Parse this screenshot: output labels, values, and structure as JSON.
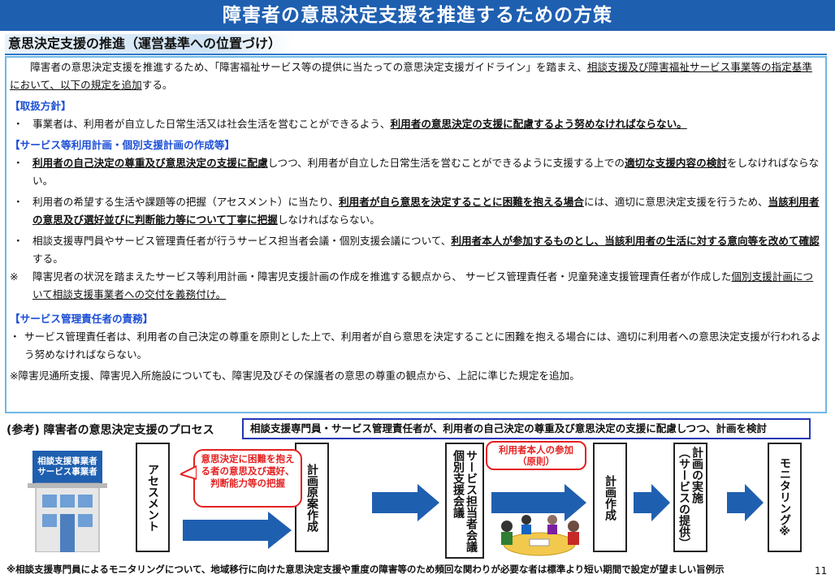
{
  "title": "障害者の意思決定支援を推進するための方策",
  "section_header": "意思決定支援の推進（運営基準への位置づけ）",
  "intro": {
    "a": "障害者の意思決定支援を推進するため、「障害福祉サービス等の提供に当たっての意思決定支援ガイドライン」を踏まえ、",
    "b": "相談支援及び障害福祉サービス事業等の指定基準において、以下の規定を追加",
    "c": "する。"
  },
  "sec1": {
    "heading": "【取扱方針】",
    "bullet": "・",
    "a": "事業者は、利用者が自立した日常生活又は社会生活を営むことができるよう、",
    "b": "利用者の意思決定の支援に配慮するよう努めなければならない。"
  },
  "sec2": {
    "heading": "【サービス等利用計画・個別支援計画の作成等】",
    "bullet": "・",
    "item1": {
      "a": "利用者の自己決定の尊重及び意思決定の支援に配慮",
      "b": "しつつ、利用者が自立した日常生活を営むことができるように支援する上での",
      "c": "適切な支援内容の検討",
      "d": "をしなければならない。"
    },
    "item2": {
      "a": "利用者の希望する生活や課題等の把握（アセスメント）に当たり、",
      "b": "利用者が自ら意思を決定することに困難を抱える場合",
      "c": "には、適切に意思決定支援を行うため、",
      "d": "当該利用者の意思及び選好並びに判断能力等について丁寧に把握",
      "e": "しなければならない。"
    },
    "item3": {
      "a": "相談支援専門員やサービス管理責任者が行うサービス担当者会議・個別支援会議について、",
      "b": "利用者本人が参加するものとし、当該利用者の生活に対する意向等を改めて確認",
      "c": "する。"
    },
    "note_mark": "※",
    "note": {
      "a": "障害児者の状況を踏まえたサービス等利用計画・障害児支援計画の作成を推進する観点から、 サービス管理責任者・児童発達支援管理責任者が作成した",
      "b": "個別支援計画について相談支援事業者への交付を義務付け。"
    }
  },
  "sec3": {
    "heading": "【サービス管理責任者の責務】",
    "bullet": "・",
    "text": "サービス管理責任者は、利用者の自己決定の尊重を原則とした上で、利用者が自ら意思を決定することに困難を抱える場合には、適切に利用者への意思決定支援が行われるよう努めなければならない。"
  },
  "closing_note": "※障害児通所支援、障害児入所施設についても、障害児及びその保護者の意思の尊重の観点から、上記に準じた規定を追加。",
  "process": {
    "label": "(参考) 障害者の意思決定支援のプロセス",
    "box_text": "相談支援専門員・サービス管理責任者が、利用者の自己決定の尊重及び意思決定の支援に配慮しつつ、計画を検討",
    "building_sign_1": "相談支援事業者",
    "building_sign_2": "サービス事業者",
    "steps": [
      "アセスメント",
      "計画原案作成",
      "サービス担当者会議\n個別支援会議",
      "計画作成",
      "計画の実施\n（サービスの提供）",
      "モニタリング※"
    ],
    "callout1": "意思決定に困難を抱える者の意思及び選好、判断能力等の把握",
    "callout2": "利用者本人の参加\n（原則）"
  },
  "footer_note": "※相談支援専門員によるモニタリングについて、地域移行に向けた意思決定支援や重度の障害等のため頻回な関わりが必要な者は標準より短い期間で設定が望ましい旨例示",
  "page_number": "11",
  "colors": {
    "title_bg": "#1f5fb0",
    "section_blue": "#1c4fd6",
    "accent_red": "#e52121",
    "arrow_blue": "#1f5fb0"
  }
}
